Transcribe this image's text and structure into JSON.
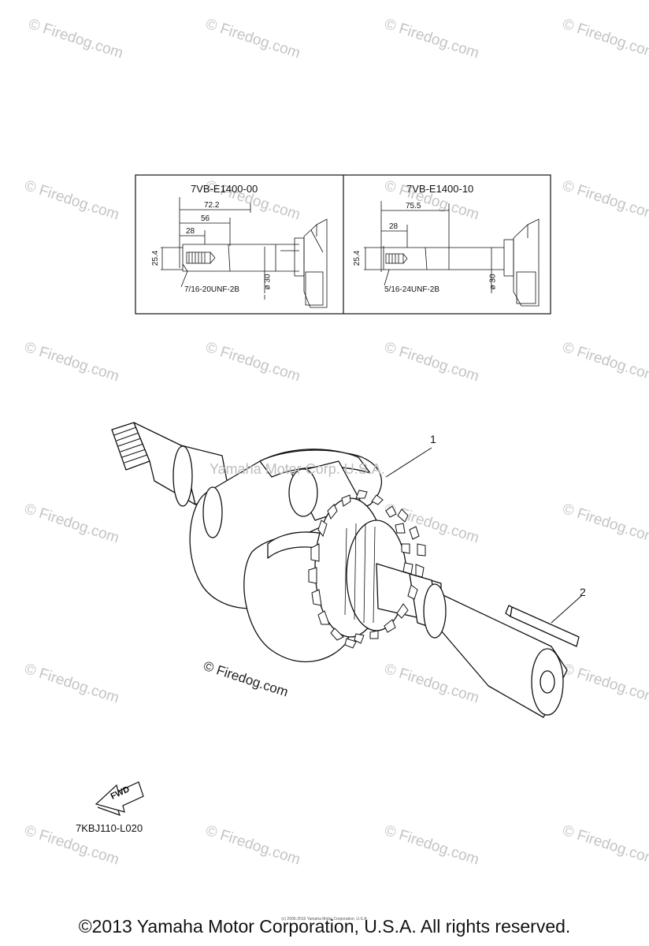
{
  "watermark": {
    "text": "© Firedog.com",
    "color": "#c4c4c4"
  },
  "variants": [
    {
      "part_number": "7VB-E1400-00",
      "dims": [
        "72.2",
        "56",
        "28",
        "25.4"
      ],
      "shaft_dia": "ø 30",
      "thread": "7/16-20UNF-2B"
    },
    {
      "part_number": "7VB-E1400-10",
      "dims": [
        "75.5",
        "28",
        "25.4"
      ],
      "shaft_dia": "ø 30",
      "thread": "5/16-24UNF-2B"
    }
  ],
  "callouts": [
    "1",
    "2"
  ],
  "center_watermark": "Yamaha Motor Corp. U.S.A.",
  "firedog_stamp": "© Firedog.com",
  "fwd_label": "FWD",
  "figure_code": "7KBJ110-L020",
  "tiny_print": "(c) 2006-2016 Yamaha Motor Corporation, U.S.A.",
  "copyright": "©2013 Yamaha Motor Corporation, U.S.A. All rights reserved."
}
